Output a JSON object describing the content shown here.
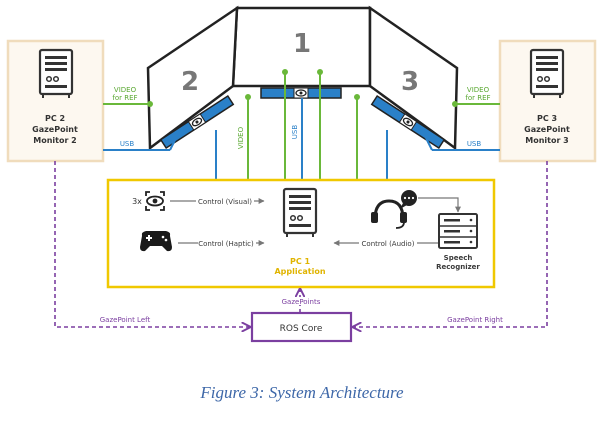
{
  "diagram": {
    "monitors": {
      "center": "1",
      "left": "2",
      "right": "3"
    },
    "pc2": {
      "line1": "PC 2",
      "line2": "GazePoint",
      "line3": "Monitor 2"
    },
    "pc3": {
      "line1": "PC 3",
      "line2": "GazePoint",
      "line3": "Monitor 3"
    },
    "pc1": {
      "line1": "PC 1",
      "line2": "Application"
    },
    "links": {
      "video_left_1": "VIDEO",
      "video_left_2": "for REF",
      "video_right_1": "VIDEO",
      "video_right_2": "for REF",
      "usb_left": "USB",
      "usb_right": "USB",
      "video_vertical": "VIDEO",
      "usb_vertical": "USB"
    },
    "control_visual_count": "3x",
    "control_visual": "Control (Visual)",
    "control_haptic": "Control (Haptic)",
    "control_audio": "Control (Audio)",
    "speech_1": "Speech",
    "speech_2": "Recognizer",
    "gazepoints": "GazePoints",
    "gazepoint_left": "GazePoint Left",
    "gazepoint_right": "GazePoint Right",
    "ros_core": "ROS Core",
    "colors": {
      "green": "#6ab83a",
      "blue": "#2a80c8",
      "purple": "#7b3fa0",
      "yellow": "#f0c800",
      "beige": "#f5e6cf"
    }
  },
  "caption": "Figure 3: System Architecture"
}
